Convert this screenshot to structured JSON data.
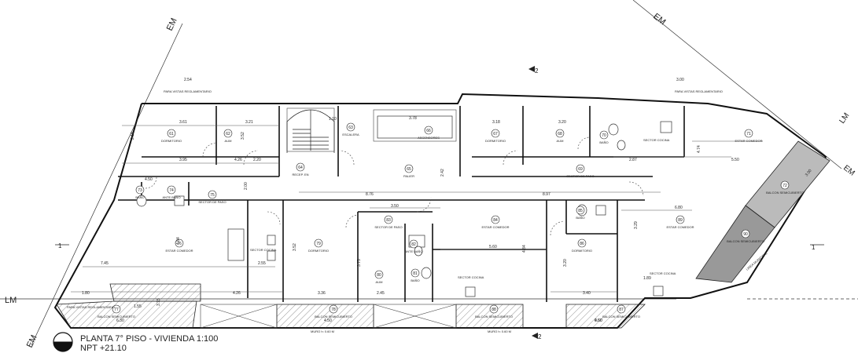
{
  "title": {
    "line1": "PLANTA 7° PISO - VIVIENDA 1:100",
    "line2": "NPT +21.10"
  },
  "markers": {
    "em": "EM",
    "lm": "LM",
    "section_1": "1",
    "section_2": "2"
  },
  "notes": {
    "vistas": "PARA VISTAS REGLAMENTARIO",
    "muro_izq": "MURO h: 0.60 M",
    "muro_der": "MURO h: 0.60 M",
    "linea_mun": "LINEA MUNICIPAL"
  },
  "rooms": [
    {
      "num": "61",
      "name": "DORMITORIO"
    },
    {
      "num": "62",
      "name": "AUM"
    },
    {
      "num": "63",
      "name": "ESCALERA"
    },
    {
      "num": "64",
      "name": "RECEP. EN"
    },
    {
      "num": "65",
      "name": "PALIER"
    },
    {
      "num": "66",
      "name": "ASCENSORES"
    },
    {
      "num": "67",
      "name": "DORMITORIO"
    },
    {
      "num": "68",
      "name": "AUM"
    },
    {
      "num": "69",
      "name": "SECTOR DE PASO"
    },
    {
      "num": "70",
      "name": "BAÑO"
    },
    {
      "num": "71",
      "name": "ESTAR COMEDOR"
    },
    {
      "num": "72",
      "name": "BALCON SEMICUBIERTO"
    },
    {
      "num": "73",
      "name": "BAÑO"
    },
    {
      "num": "74",
      "name": "ANTE BAÑO"
    },
    {
      "num": "75",
      "name": "SECTOR DE PASO"
    },
    {
      "num": "76",
      "name": "ESTAR COMEDOR"
    },
    {
      "num": "77",
      "name": "BALCON SEMICUBIERTO"
    },
    {
      "num": "78",
      "name": "BALCON SEMICUBIERTO"
    },
    {
      "num": "79",
      "name": "DORMITORIO"
    },
    {
      "num": "80",
      "name": "AUM"
    },
    {
      "num": "81",
      "name": "BAÑO"
    },
    {
      "num": "82",
      "name": "ANTE BAÑO"
    },
    {
      "num": "83",
      "name": "SECTOR DE PASO"
    },
    {
      "num": "84",
      "name": "ESTAR COMEDOR"
    },
    {
      "num": "85",
      "name": "BAÑO"
    },
    {
      "num": "86",
      "name": "DORMITORIO"
    },
    {
      "num": "87",
      "name": "BALCON SEMICUBIERTO"
    },
    {
      "num": "88",
      "name": "BALCON SEMICUBIERTO"
    },
    {
      "num": "89",
      "name": "ESTAR COMEDOR"
    },
    {
      "num": "90",
      "name": "BALCON SEMICUBIERTO"
    }
  ],
  "labels": {
    "sector_cocina": "SECTOR COCINA"
  },
  "dims": [
    "3.61",
    "3.21",
    "3.95",
    "4.26",
    "2.20",
    "1.10",
    "3.78",
    "3.18",
    "3.20",
    "2.87",
    "5.50",
    "4.74",
    "8.76",
    "8.97",
    "6.80",
    "3.50",
    "5.60",
    "7.45",
    "2.55",
    "4.26",
    "3.36",
    "2.45",
    "3.40",
    "1.80",
    "6.30",
    "4.50",
    "4.50",
    "4.50",
    "2.15",
    "3.52",
    "3.52",
    "4.84",
    "4.84",
    "3.75",
    "3.20",
    "3.29",
    "2.42",
    "2.54",
    "3.00",
    "3.00",
    "1.89",
    "3.15",
    "2.00",
    "1.55",
    "0.60",
    "2.00",
    "4.50"
  ]
}
